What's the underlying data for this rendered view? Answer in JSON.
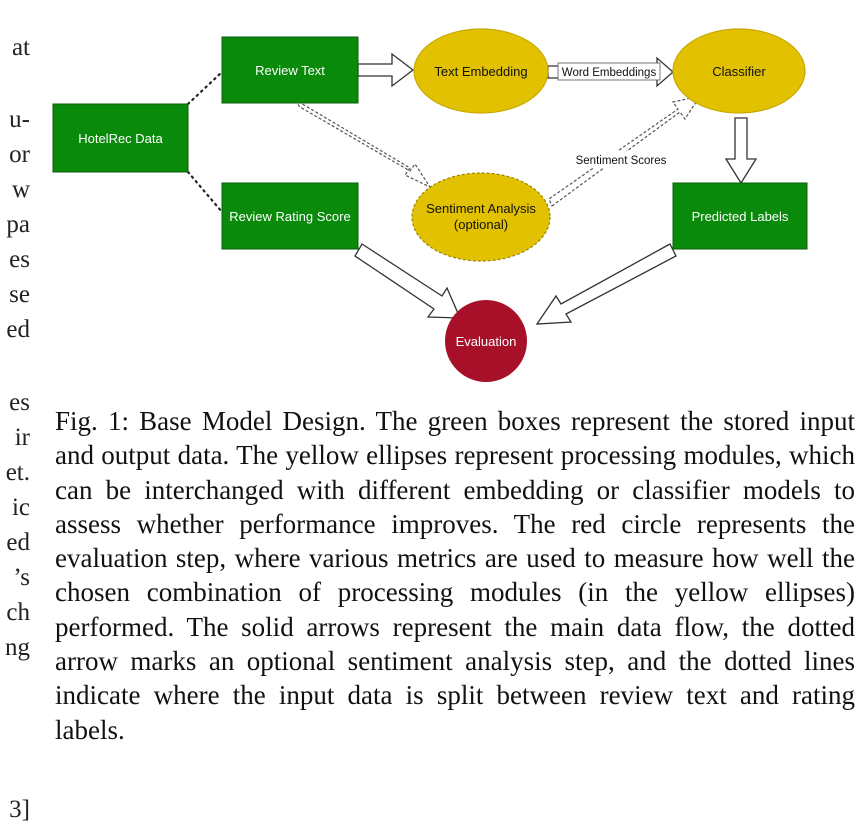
{
  "margin_fragments": [
    "at",
    "u-",
    "or",
    "w",
    "pa",
    "es",
    "se",
    "ed",
    "es",
    "ir",
    "et.",
    "ic",
    "ed",
    "’s",
    "ch",
    "ng",
    "3]"
  ],
  "nodes": {
    "hotelrec": "HotelRec Data",
    "review_text": "Review Text",
    "review_rating": "Review Rating Score",
    "text_embedding": "Text Embedding",
    "classifier": "Classifier",
    "sentiment_line1": "Sentiment Analysis",
    "sentiment_line2": "(optional)",
    "predicted_labels": "Predicted Labels",
    "evaluation": "Evaluation"
  },
  "edge_labels": {
    "word_embeddings": "Word Embeddings",
    "sentiment_scores": "Sentiment Scores"
  },
  "colors": {
    "data_box": "#0a8a0a",
    "module": "#e2c200",
    "evaluation": "#a8102a"
  },
  "caption": "Fig. 1: Base Model Design. The green boxes represent the stored input and output data. The yellow ellipses represent processing modules, which can be interchanged with different embedding or classifier models to assess whether performance improves. The red circle represents the evaluation step, where various metrics are used to measure how well the chosen combination of processing modules (in the yellow ellipses) performed. The solid arrows represent the main data flow, the dotted arrow marks an optional sentiment analysis step, and the dotted lines indicate where the input data is split between review text and rating labels."
}
